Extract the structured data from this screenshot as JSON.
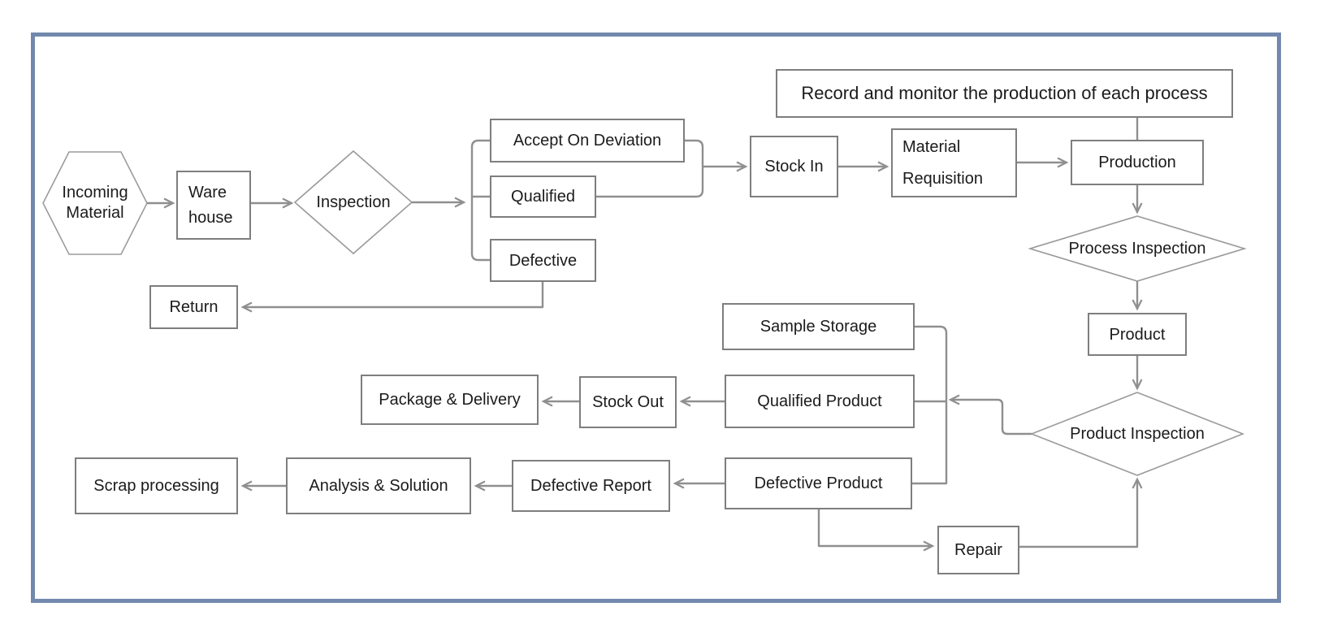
{
  "diagram": {
    "frame_color": "#7388ad",
    "box_border_color": "#7e7e7e",
    "connector_color": "#8f8f8f",
    "nodes": {
      "incoming_material": {
        "label": "Incoming\nMaterial",
        "shape": "hexagon"
      },
      "warehouse": {
        "label": "Ware\nhouse",
        "shape": "rect"
      },
      "inspection": {
        "label": "Inspection",
        "shape": "diamond"
      },
      "accept_on_deviation": {
        "label": "Accept On Deviation",
        "shape": "rect"
      },
      "qualified": {
        "label": "Qualified",
        "shape": "rect"
      },
      "defective": {
        "label": "Defective",
        "shape": "rect"
      },
      "return": {
        "label": "Return",
        "shape": "rect"
      },
      "stock_in": {
        "label": "Stock In",
        "shape": "rect"
      },
      "material_requisition": {
        "label": "Material\nRequisition",
        "shape": "rect"
      },
      "record_monitor": {
        "label": "Record and monitor the production of each process",
        "shape": "rect"
      },
      "production": {
        "label": "Production",
        "shape": "rect"
      },
      "process_inspection": {
        "label": "Process Inspection",
        "shape": "diamond"
      },
      "product": {
        "label": "Product",
        "shape": "rect"
      },
      "product_inspection": {
        "label": "Product Inspection",
        "shape": "diamond"
      },
      "sample_storage": {
        "label": "Sample Storage",
        "shape": "rect"
      },
      "qualified_product": {
        "label": "Qualified Product",
        "shape": "rect"
      },
      "defective_product": {
        "label": "Defective Product",
        "shape": "rect"
      },
      "stock_out": {
        "label": "Stock Out",
        "shape": "rect"
      },
      "package_delivery": {
        "label": "Package & Delivery",
        "shape": "rect"
      },
      "defective_report": {
        "label": "Defective Report",
        "shape": "rect"
      },
      "analysis_solution": {
        "label": "Analysis & Solution",
        "shape": "rect"
      },
      "scrap_processing": {
        "label": "Scrap processing",
        "shape": "rect"
      },
      "repair": {
        "label": "Repair",
        "shape": "rect"
      }
    },
    "edges": [
      {
        "from": "incoming_material",
        "to": "warehouse"
      },
      {
        "from": "warehouse",
        "to": "inspection"
      },
      {
        "from": "inspection",
        "to": "accept_on_deviation"
      },
      {
        "from": "inspection",
        "to": "qualified"
      },
      {
        "from": "inspection",
        "to": "defective"
      },
      {
        "from": "accept_on_deviation",
        "to": "stock_in"
      },
      {
        "from": "qualified",
        "to": "stock_in"
      },
      {
        "from": "defective",
        "to": "return"
      },
      {
        "from": "stock_in",
        "to": "material_requisition"
      },
      {
        "from": "material_requisition",
        "to": "production"
      },
      {
        "from": "record_monitor",
        "to": "production"
      },
      {
        "from": "production",
        "to": "process_inspection"
      },
      {
        "from": "process_inspection",
        "to": "product"
      },
      {
        "from": "product",
        "to": "product_inspection"
      },
      {
        "from": "product_inspection",
        "to": "sample_storage"
      },
      {
        "from": "product_inspection",
        "to": "qualified_product"
      },
      {
        "from": "product_inspection",
        "to": "defective_product"
      },
      {
        "from": "qualified_product",
        "to": "stock_out"
      },
      {
        "from": "stock_out",
        "to": "package_delivery"
      },
      {
        "from": "defective_product",
        "to": "defective_report"
      },
      {
        "from": "defective_report",
        "to": "analysis_solution"
      },
      {
        "from": "analysis_solution",
        "to": "scrap_processing"
      },
      {
        "from": "defective_product",
        "to": "repair"
      },
      {
        "from": "repair",
        "to": "product_inspection"
      }
    ]
  }
}
